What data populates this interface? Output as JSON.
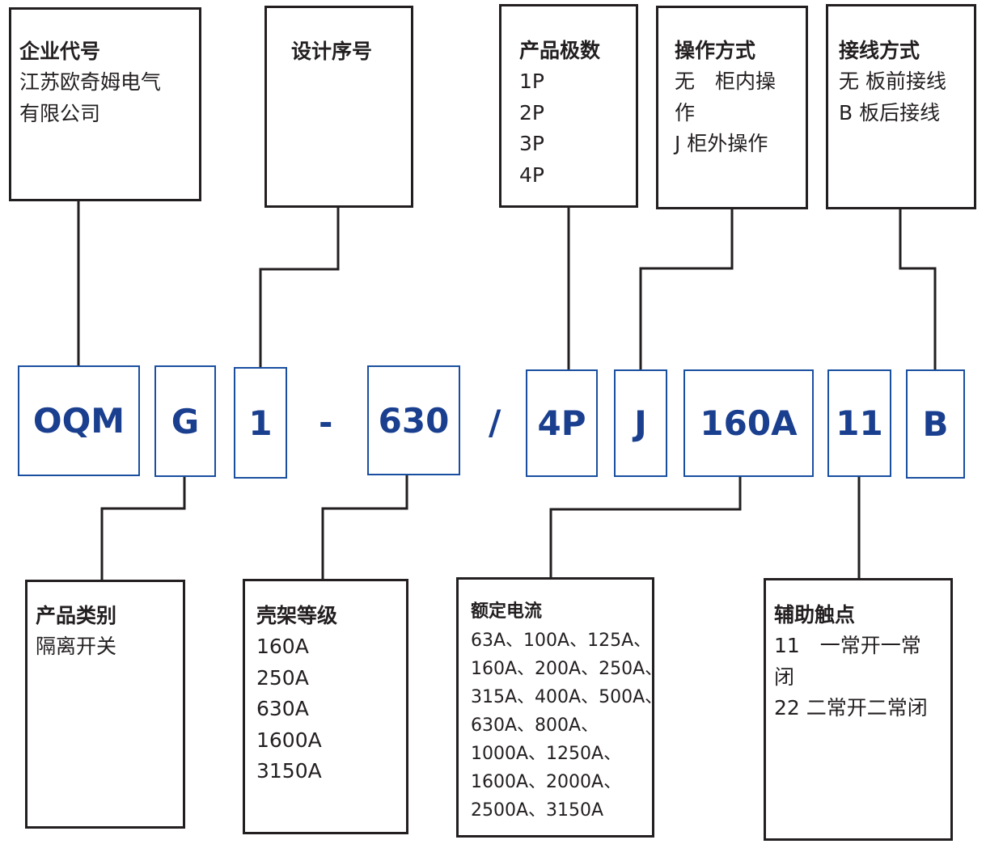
{
  "top_boxes": [
    {
      "title": "企业代号",
      "lines": [
        "江苏欧奇姆电气",
        "有限公司"
      ]
    },
    {
      "title": "设计序号",
      "lines": []
    },
    {
      "title": "产品极数",
      "lines": [
        "1P",
        "2P",
        "3P",
        "4P"
      ]
    },
    {
      "title": "操作方式",
      "lines": [
        "无　柜内操",
        "作",
        "J  柜外操作"
      ]
    },
    {
      "title": "接线方式",
      "lines": [
        "无  板前接线",
        "B   板后接线"
      ]
    }
  ],
  "codes": [
    "OQM",
    "G",
    "1",
    "630",
    "4P",
    "J",
    "160A",
    "11",
    "B"
  ],
  "separators": [
    "-",
    "/"
  ],
  "bottom_boxes": [
    {
      "title": "产品类别",
      "lines": [
        "隔离开关"
      ]
    },
    {
      "title": "壳架等级",
      "lines": [
        "160A",
        "250A",
        "630A",
        "1600A",
        "3150A"
      ]
    },
    {
      "title": "额定电流",
      "lines": [
        "63A、100A、125A、",
        "160A、200A、250A、",
        "315A、400A、500A、",
        "630A、800A、",
        "1000A、1250A、",
        "1600A、2000A、",
        "2500A、3150A"
      ]
    },
    {
      "title": "辅助触点",
      "lines": [
        "11　一常开一常",
        "闭",
        "22  二常开二常闭"
      ]
    }
  ]
}
